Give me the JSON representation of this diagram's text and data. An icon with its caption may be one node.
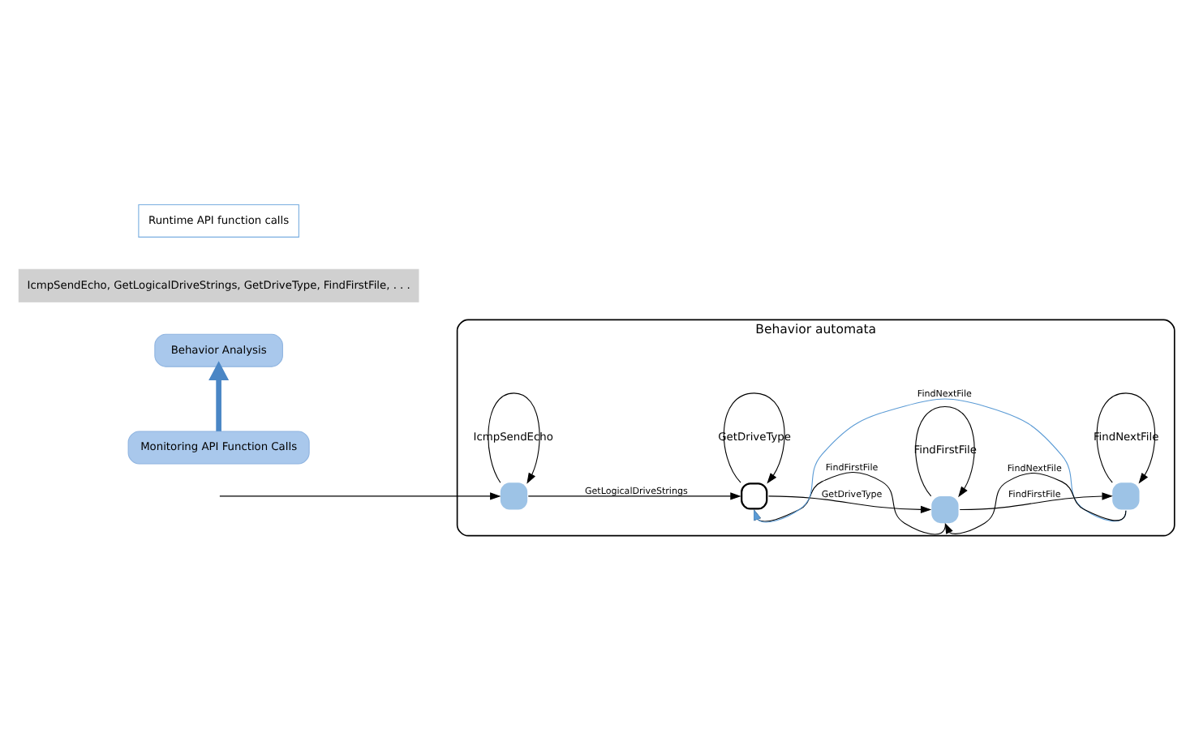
{
  "diagram": {
    "nodes": [
      {
        "text": [
          "Behavior automata"
        ]
      },
      {
        "text": [
          "IcmpSendEcho"
        ],
        "in": 0
      },
      {
        "text": [
          "GetDriveType"
        ],
        "in": 0
      },
      {
        "text": [
          "FindFirstFile"
        ],
        "in": 0
      },
      {
        "text": [
          "FindNextFile"
        ],
        "in": 0
      },
      {
        "text": [
          "Behavior Analysis"
        ]
      },
      {
        "text": [
          "IcmpSendEcho, GetLogicalDriveStrings, GetDriveType, FindFirstFile, . . ."
        ]
      },
      {
        "text": [
          "Monitoring API Function Calls"
        ]
      },
      {
        "text": [
          "Runtime API function calls"
        ]
      }
    ],
    "edges": [
      {
        "from": null,
        "to": 1,
        "arrow": "to"
      },
      {
        "from": 1,
        "to": 1,
        "arrow": "to"
      },
      {
        "from": 1,
        "to": 2,
        "label": "GetLogicalDriveStrings",
        "arrow": "to"
      },
      {
        "from": 2,
        "to": 2,
        "arrow": "to"
      },
      {
        "from": 2,
        "to": 3,
        "label": "GetDriveType",
        "arrow": "to"
      },
      {
        "from": 3,
        "to": 2,
        "label": "FindFirstFile",
        "arrow": "to"
      },
      {
        "from": 3,
        "to": 3,
        "arrow": "to"
      },
      {
        "from": 3,
        "to": 4,
        "label": "FindFirstFile",
        "arrow": "to"
      },
      {
        "from": 4,
        "to": 3,
        "label": "FindNextFile",
        "arrow": "to"
      },
      {
        "from": 4,
        "to": 4,
        "arrow": "to"
      },
      {
        "from": 4,
        "to": 2,
        "label": "FindNextFile",
        "arrow": "to",
        "color": "#5b9bd5"
      },
      {
        "from": 7,
        "to": 5,
        "arrow": "to",
        "style": "thick",
        "color": "#4a86c5"
      }
    ]
  }
}
